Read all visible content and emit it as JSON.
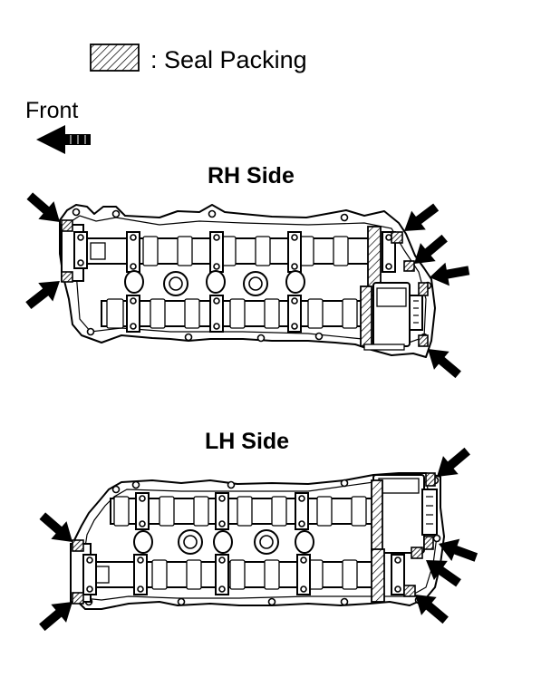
{
  "legend": {
    "label": ": Seal Packing"
  },
  "front": {
    "label": "Front"
  },
  "sides": {
    "rh": {
      "title": "RH Side"
    },
    "lh": {
      "title": "LH Side"
    }
  }
}
